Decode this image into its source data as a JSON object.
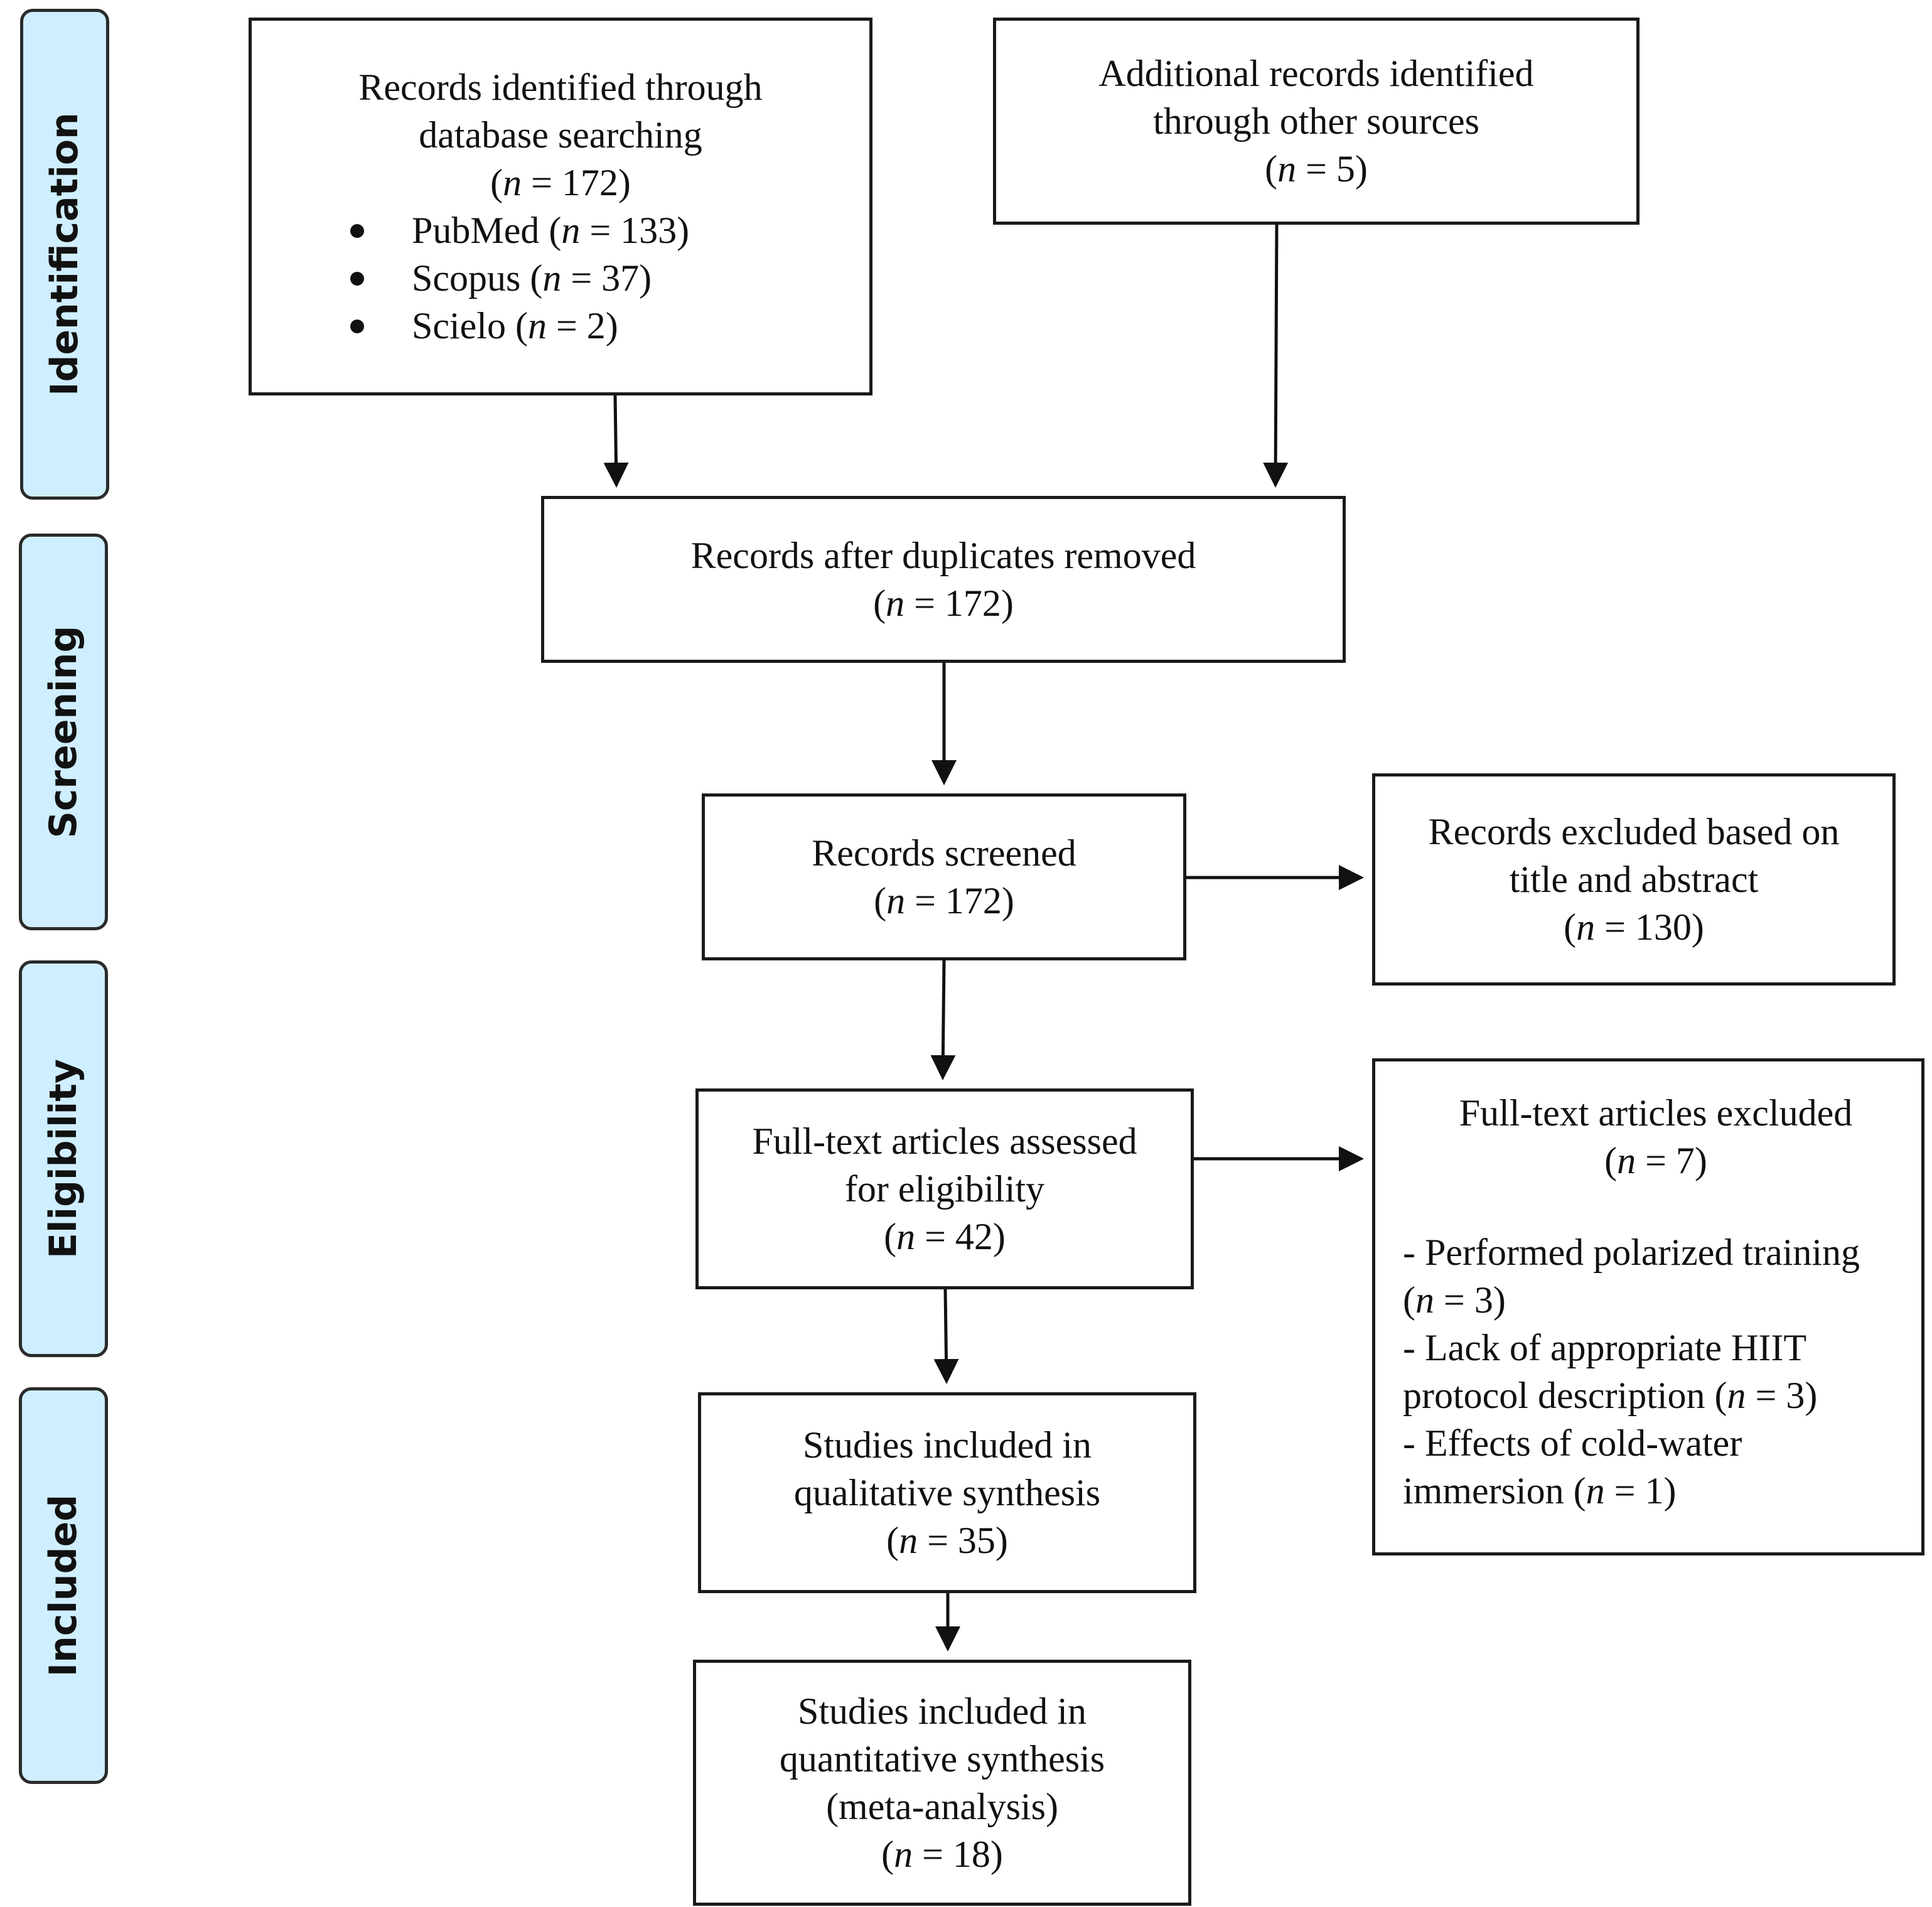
{
  "phases": [
    "Identification",
    "Screening",
    "Eligibility",
    "Included"
  ],
  "boxes": {
    "database": {
      "lines": [
        "Records identified through",
        "database searching"
      ],
      "n_prefix": "(",
      "n_symbol": "n",
      "n_suffix": " = 172)",
      "sources": [
        {
          "name": "PubMed (",
          "n_symbol": "n",
          "n_suffix": " = 133)"
        },
        {
          "name": "Scopus (",
          "n_symbol": "n",
          "n_suffix": " = 37)"
        },
        {
          "name": "Scielo (",
          "n_symbol": "n",
          "n_suffix": " = 2)"
        }
      ]
    },
    "other_sources": {
      "lines": [
        "Additional records identified",
        "through other sources"
      ],
      "n_prefix": "(",
      "n_symbol": "n",
      "n_suffix": " = 5)"
    },
    "duplicates_removed": {
      "lines": [
        "Records after duplicates removed"
      ],
      "n_prefix": "(",
      "n_symbol": "n",
      "n_suffix": " = 172)"
    },
    "screened": {
      "lines": [
        "Records screened"
      ],
      "n_prefix": "(",
      "n_symbol": "n",
      "n_suffix": " = 172)"
    },
    "excluded_title_abstract": {
      "lines": [
        "Records excluded based on",
        "title and abstract"
      ],
      "n_prefix": "(",
      "n_symbol": "n",
      "n_suffix": " = 130)"
    },
    "full_text_assessed": {
      "lines": [
        "Full-text articles assessed",
        "for eligibility"
      ],
      "n_prefix": "(",
      "n_symbol": "n",
      "n_suffix": " = 42)"
    },
    "full_text_excluded": {
      "lines": [
        "Full-text articles excluded"
      ],
      "n_prefix": "(",
      "n_symbol": "n",
      "n_suffix": " = 7)",
      "reasons": [
        {
          "text": "- Performed polarized training",
          "tail_prefix": "(",
          "n_symbol": "n",
          "n_suffix": " = 3)"
        },
        {
          "text": "- Lack of appropriate HIIT",
          "text2": "protocol description (",
          "n_symbol": "n",
          "n_suffix": " = 3)"
        },
        {
          "text": "- Effects of cold-water",
          "text2": "immersion (",
          "n_symbol": "n",
          "n_suffix": " = 1)"
        }
      ]
    },
    "qualitative": {
      "lines": [
        "Studies included in",
        "qualitative synthesis"
      ],
      "n_prefix": "(",
      "n_symbol": "n",
      "n_suffix": " = 35)"
    },
    "quantitative": {
      "lines": [
        "Studies included in",
        "quantitative synthesis",
        "(meta-analysis)"
      ],
      "n_prefix": "(",
      "n_symbol": "n",
      "n_suffix": " = 18)"
    }
  }
}
